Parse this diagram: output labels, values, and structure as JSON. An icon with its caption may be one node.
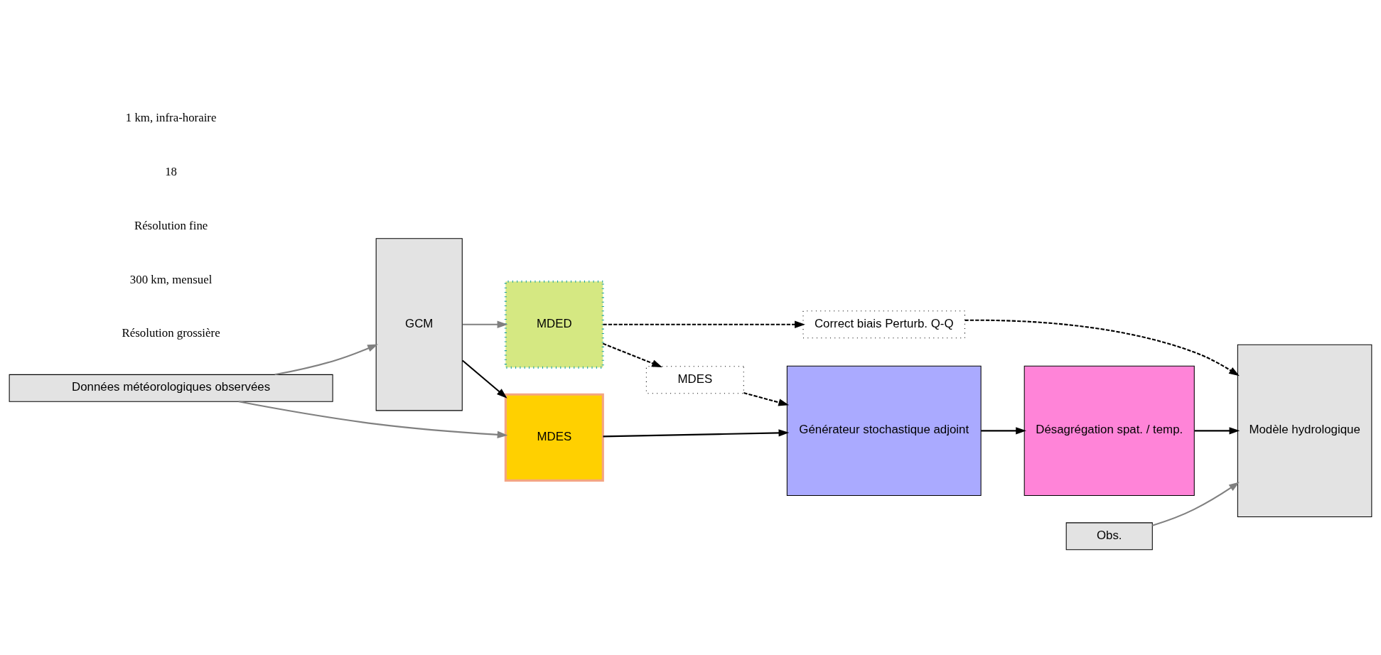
{
  "diagram": {
    "nodes": [
      {
        "text": [
          "GCM"
        ]
      },
      {
        "text": [
          "MDED"
        ]
      },
      {
        "text": [
          "MDES"
        ]
      },
      {
        "text": [
          "Correct biais Perturb. Q-Q"
        ]
      },
      {
        "text": [
          "MDES"
        ]
      },
      {
        "text": [
          "Générateur stochastique adjoint"
        ]
      },
      {
        "text": [
          "Désagrégation spat. / temp."
        ]
      },
      {
        "text": [
          "Modèle hydrologique"
        ]
      },
      {
        "text": [
          "Données météorologiques observées"
        ]
      },
      {
        "text": [
          "Obs."
        ]
      }
    ],
    "edges": [
      {
        "from": 0,
        "to": 1,
        "arrow": "to",
        "color": "#808080"
      },
      {
        "from": 0,
        "to": 2,
        "arrow": "to"
      },
      {
        "from": 1,
        "to": 3,
        "arrow": "to",
        "style": "dashed"
      },
      {
        "from": 1,
        "to": 4,
        "arrow": "to",
        "style": "dashed"
      },
      {
        "from": 3,
        "to": 7,
        "arrow": "to",
        "style": "dashed"
      },
      {
        "from": 4,
        "to": 5,
        "arrow": "to",
        "style": "dashed"
      },
      {
        "from": 2,
        "to": 5,
        "arrow": "to"
      },
      {
        "from": 5,
        "to": 6,
        "arrow": "to"
      },
      {
        "from": 6,
        "to": 7,
        "arrow": "to"
      },
      {
        "from": 8,
        "to": 0,
        "arrow": "to",
        "color": "#808080"
      },
      {
        "from": 8,
        "to": 2,
        "arrow": "to",
        "color": "#808080"
      },
      {
        "from": 9,
        "to": 7,
        "arrow": "to",
        "color": "#808080"
      }
    ],
    "labels": [
      "Résolution grossière",
      "300 km, mensuel",
      "Résolution fine",
      "18",
      "1 km, infra-horaire"
    ]
  }
}
